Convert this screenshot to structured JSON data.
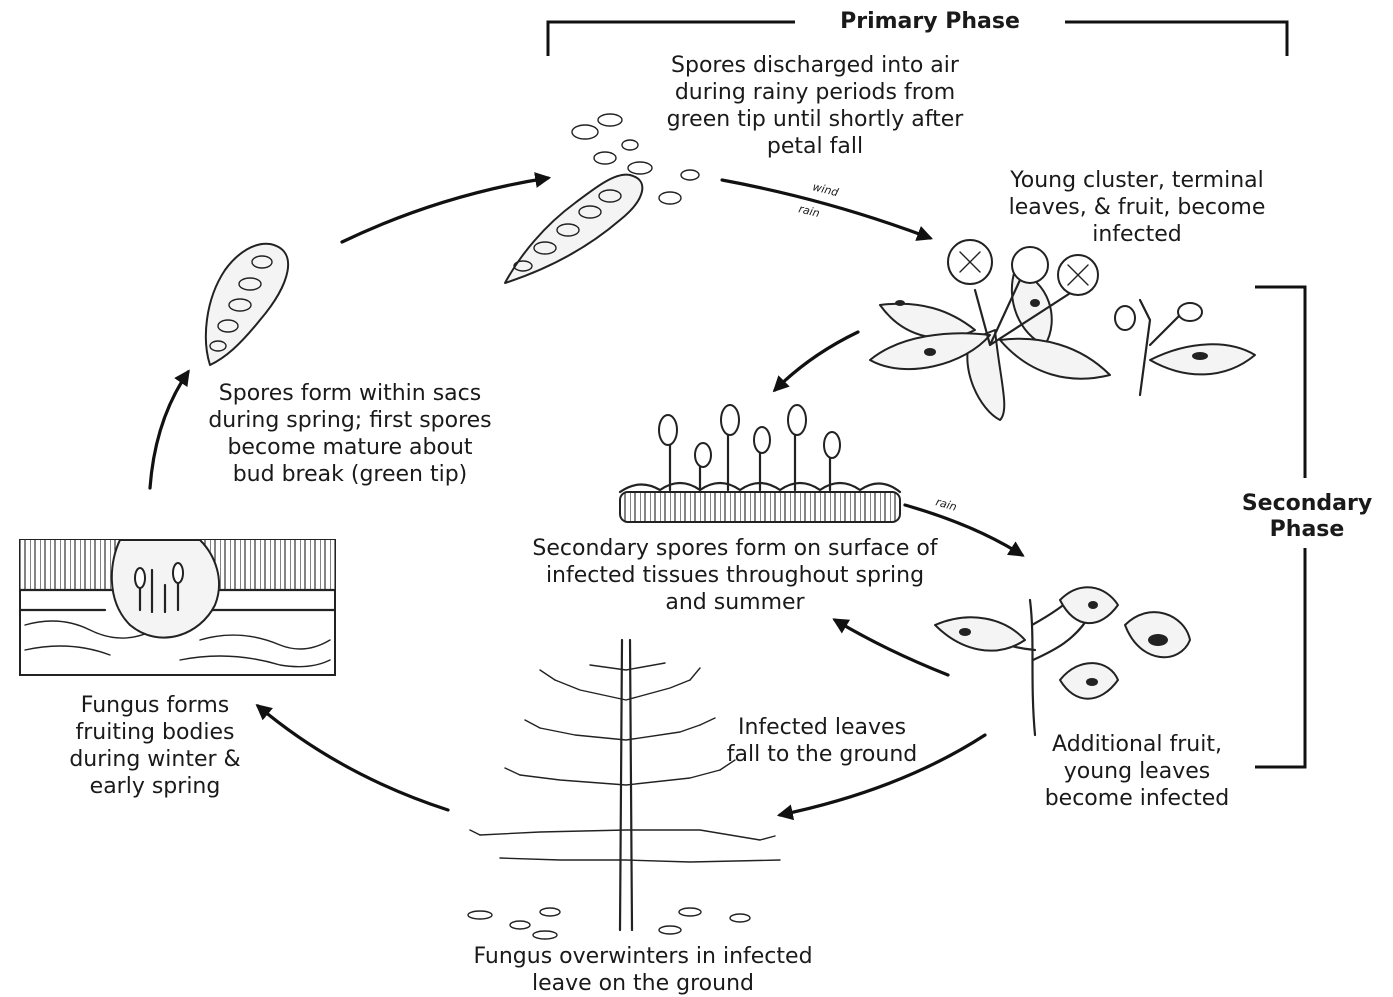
{
  "phases": {
    "primary": "Primary Phase",
    "secondary_line1": "Secondary",
    "secondary_line2": "Phase"
  },
  "stages": {
    "spores_discharged": [
      "Spores discharged into air",
      "during rainy periods from",
      "green tip until shortly after",
      "petal fall"
    ],
    "young_cluster": [
      "Young cluster, terminal",
      "leaves, & fruit, become",
      "infected"
    ],
    "spores_form": [
      "Spores form within sacs",
      "during spring; first spores",
      "become mature about",
      "bud break (green tip)"
    ],
    "secondary_spores": [
      "Secondary spores form on surface of",
      "infected tissues throughout spring",
      "and summer"
    ],
    "fruiting_bodies": [
      "Fungus forms",
      "fruiting bodies",
      "during winter &",
      "early spring"
    ],
    "infected_leaves_fall": [
      "Infected leaves",
      "fall to the ground"
    ],
    "additional_fruit": [
      "Additional fruit,",
      "young leaves",
      "become infected"
    ],
    "overwinters": [
      "Fungus overwinters in infected",
      "leave on the ground"
    ]
  },
  "arrow_labels": {
    "wind": "wind",
    "rain": "rain"
  },
  "icons": {
    "ascus": "spore-sac-icon",
    "discharge": "spore-discharge-icon",
    "flower_cluster": "flower-cluster-icon",
    "conidia": "conidia-icon",
    "infected_shoot": "infected-shoot-icon",
    "tree": "bare-tree-icon",
    "fruiting_body": "pseudothecium-icon"
  }
}
